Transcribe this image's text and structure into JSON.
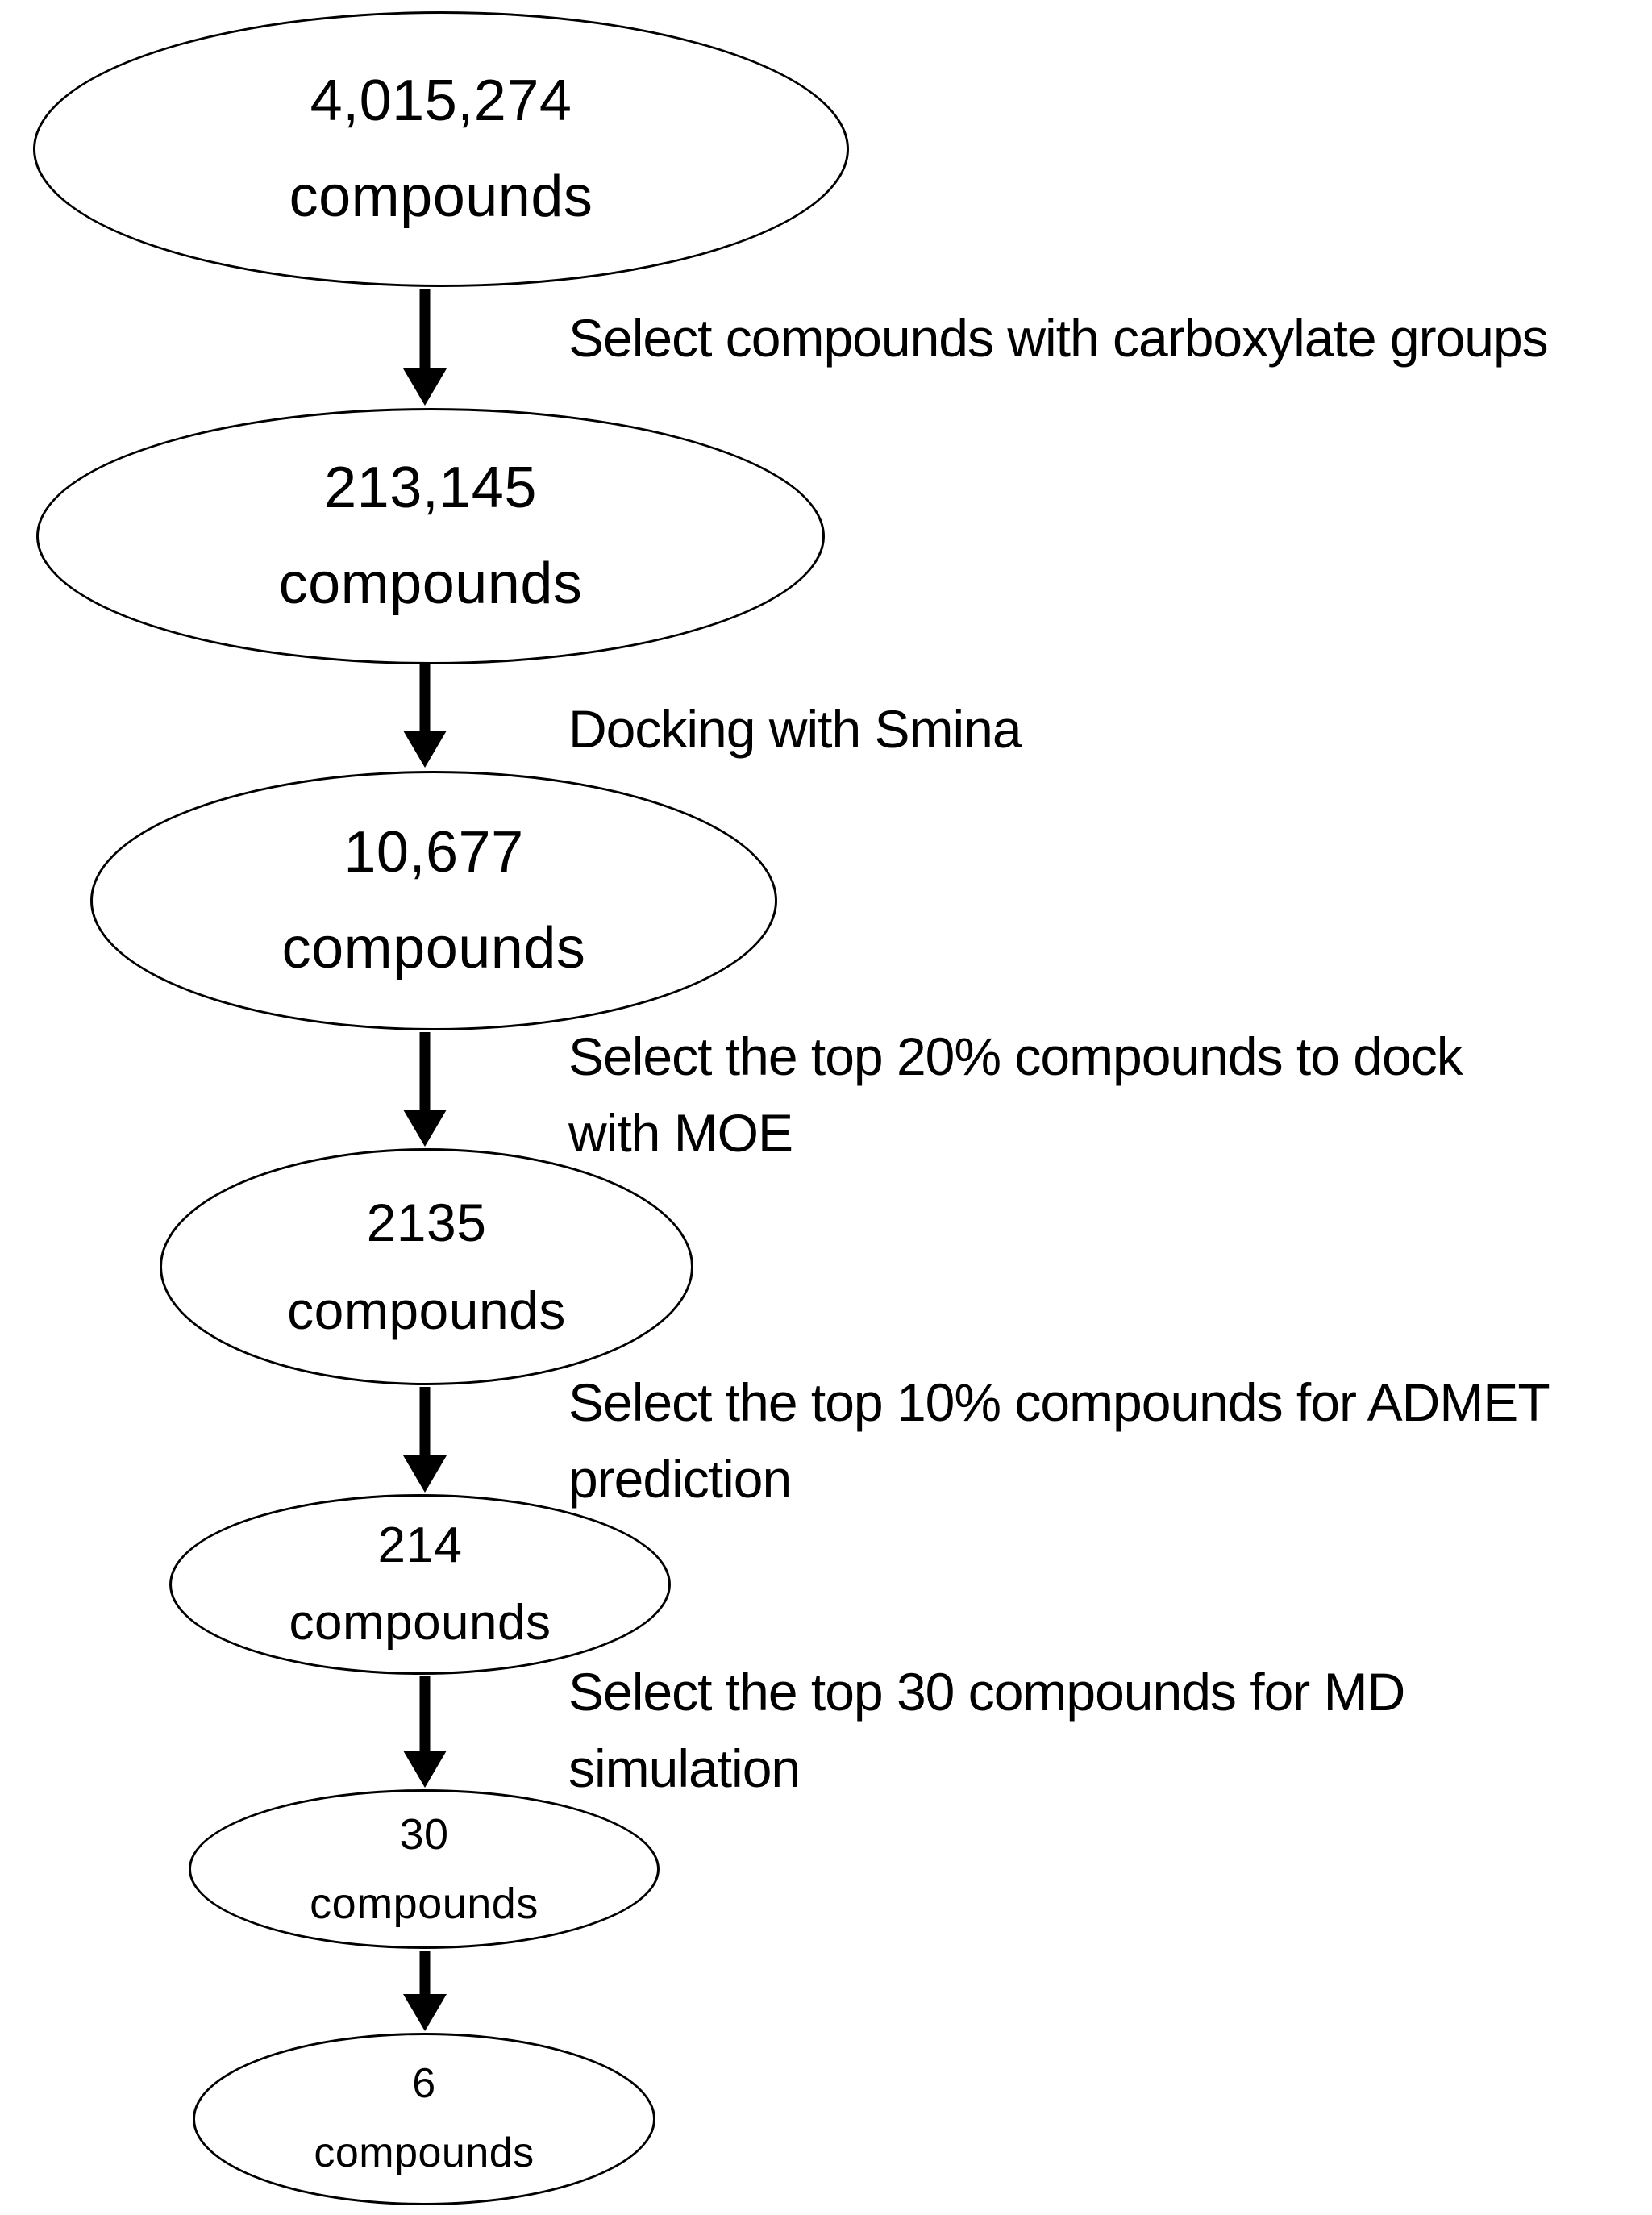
{
  "diagram": {
    "type": "flowchart",
    "direction": "top-down",
    "colors": {
      "background": "#ffffff",
      "stroke": "#000000",
      "text": "#000000"
    },
    "nodes": [
      {
        "value": "4,015,274",
        "unit": "compounds"
      },
      {
        "value": "213,145",
        "unit": "compounds"
      },
      {
        "value": "10,677",
        "unit": "compounds"
      },
      {
        "value": "2135",
        "unit": "compounds"
      },
      {
        "value": "214",
        "unit": "compounds"
      },
      {
        "value": "30",
        "unit": "compounds"
      },
      {
        "value": "6",
        "unit": "compounds"
      }
    ],
    "edge_labels": [
      {
        "lines": [
          "Select compounds with carboxylate groups"
        ]
      },
      {
        "lines": [
          "Docking with Smina"
        ]
      },
      {
        "lines": [
          "Select the top 20% compounds to dock",
          "with MOE"
        ]
      },
      {
        "lines": [
          "Select the top 10% compounds for ADMET",
          "prediction"
        ]
      },
      {
        "lines": [
          "Select the top 30 compounds for MD",
          "simulation"
        ]
      },
      {
        "lines": []
      }
    ]
  }
}
